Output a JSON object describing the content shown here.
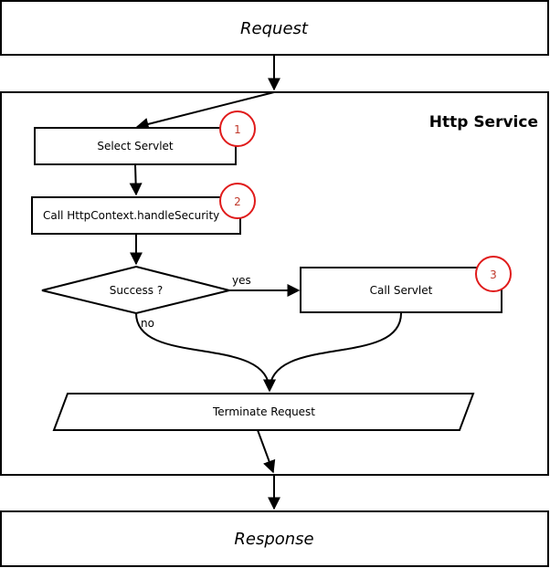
{
  "diagram": {
    "request_label": "Request",
    "response_label": "Response",
    "container_title": "Http Service",
    "nodes": {
      "select_servlet": "Select Servlet",
      "handle_security": "Call HttpContext.handleSecurity",
      "success_decision": "Success ?",
      "call_servlet": "Call Servlet",
      "terminate_request": "Terminate Request"
    },
    "edge_labels": {
      "yes": "yes",
      "no": "no"
    },
    "badges": [
      "1",
      "2",
      "3"
    ],
    "colors": {
      "badge_stroke": "#e01b1b",
      "badge_text": "#c0392b",
      "line": "#000000",
      "background": "#ffffff"
    }
  }
}
